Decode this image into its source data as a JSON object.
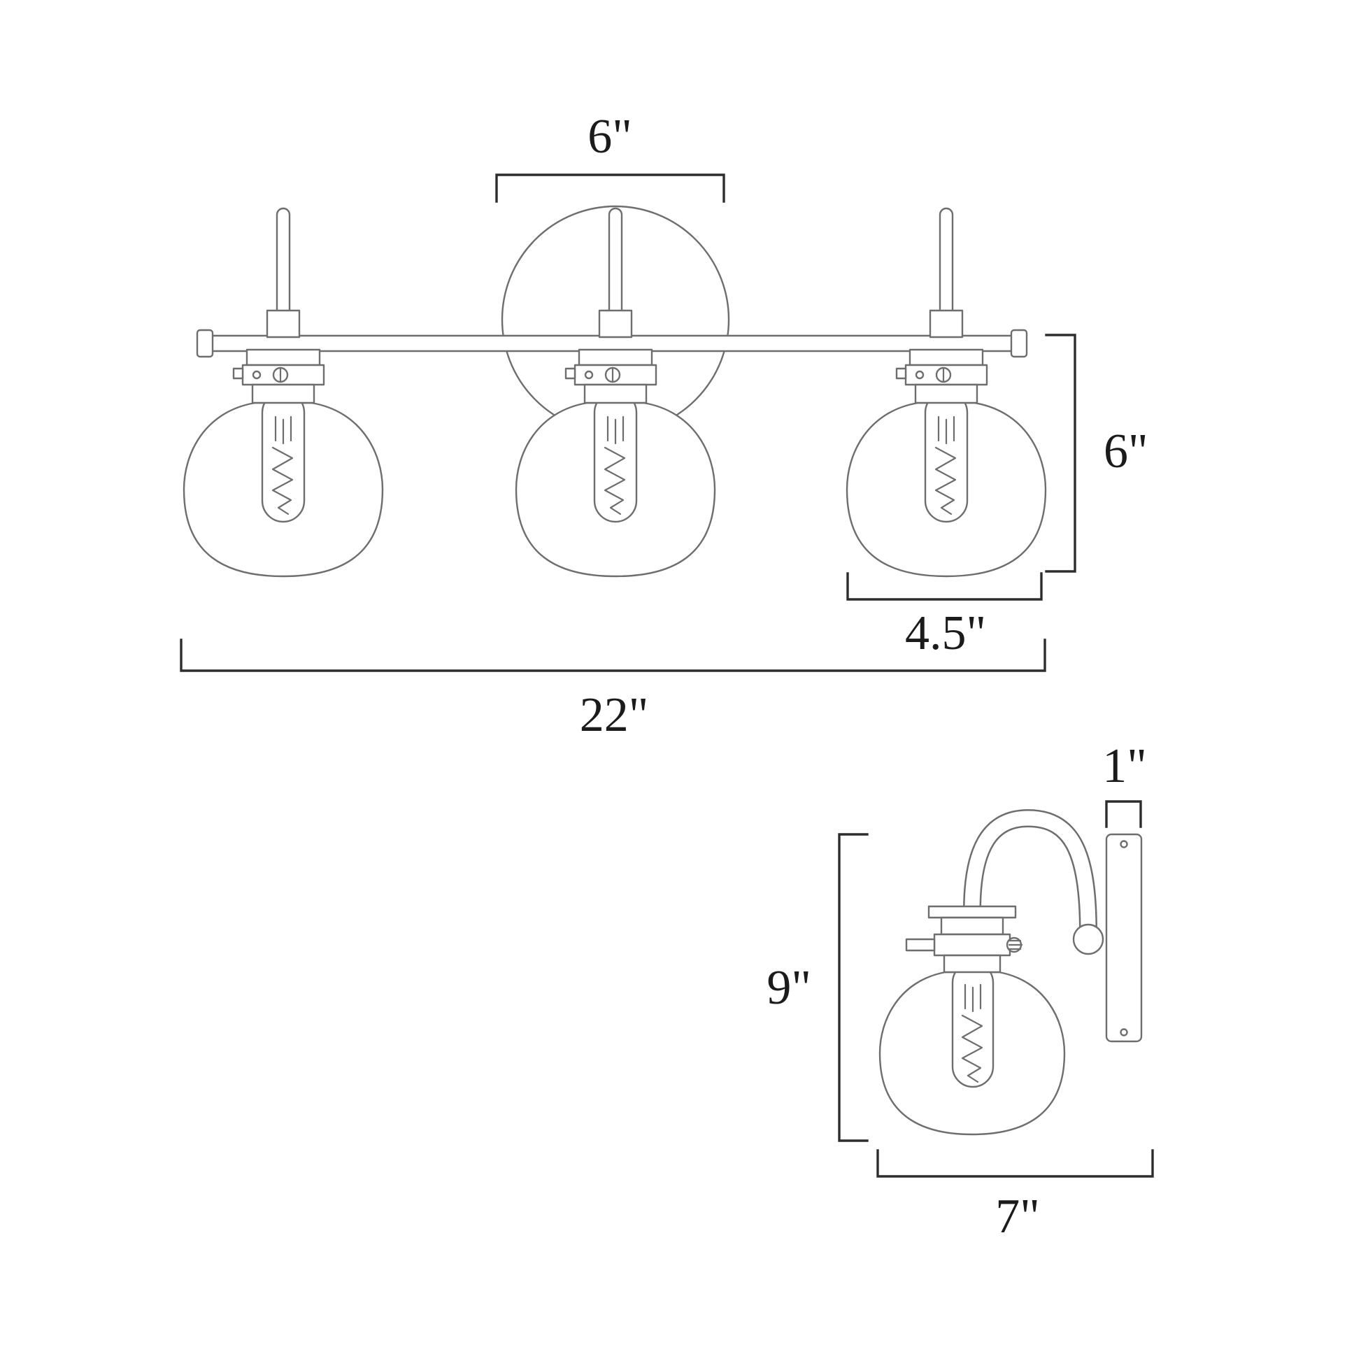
{
  "diagram": {
    "front_view": {
      "backplate_width": "6\"",
      "shade_height": "6\"",
      "shade_width": "4.5\"",
      "total_width": "22\""
    },
    "side_view": {
      "backplate_depth": "1\"",
      "fixture_height": "9\"",
      "extension": "7\""
    }
  }
}
